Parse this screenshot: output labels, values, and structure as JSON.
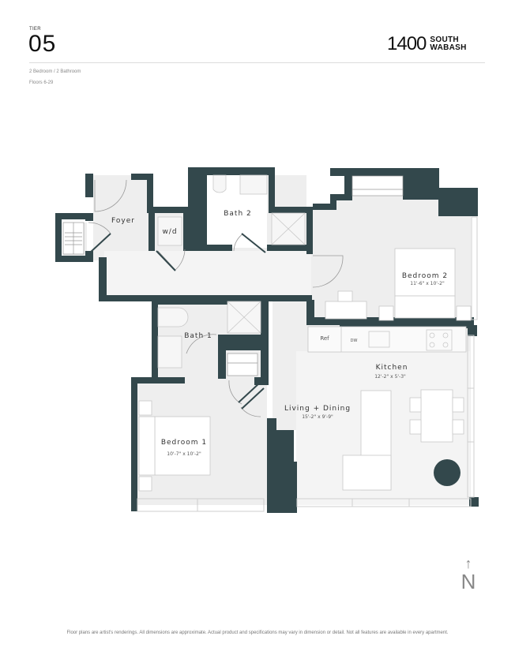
{
  "header": {
    "tier_label": "TIER",
    "tier_number": "05",
    "unit_type": "2 Bedroom / 2 Bathroom",
    "floors": "Floors 6-29"
  },
  "logo": {
    "number": "1400",
    "line1": "SOUTH",
    "line2": "WABASH"
  },
  "rooms": {
    "foyer": {
      "name": "Foyer"
    },
    "wd": {
      "name": "w/d"
    },
    "bath2": {
      "name": "Bath 2"
    },
    "bath1": {
      "name": "Bath 1"
    },
    "bedroom2": {
      "name": "Bedroom 2",
      "dims": "11'-6\" x 10'-2\""
    },
    "bedroom1": {
      "name": "Bedroom 1",
      "dims": "10'-7\" x 10'-2\""
    },
    "kitchen": {
      "name": "Kitchen",
      "dims": "12'-2\" x 5'-3\""
    },
    "living": {
      "name": "Living + Dining",
      "dims": "15'-2\" x 9'-9\""
    }
  },
  "appliances": {
    "ref": "Ref",
    "dw": "DW"
  },
  "compass": {
    "arrow": "↑",
    "label": "N"
  },
  "colors": {
    "wall": "#33484c",
    "floor": "#eeeeee",
    "floor_light": "#f4f4f4",
    "furniture_stroke": "#c8c8c8"
  },
  "disclaimer": "Floor plans are artist's renderings. All dimensions are approximate. Actual product and specifications may vary in dimension or detail. Not all features are available in every apartment."
}
